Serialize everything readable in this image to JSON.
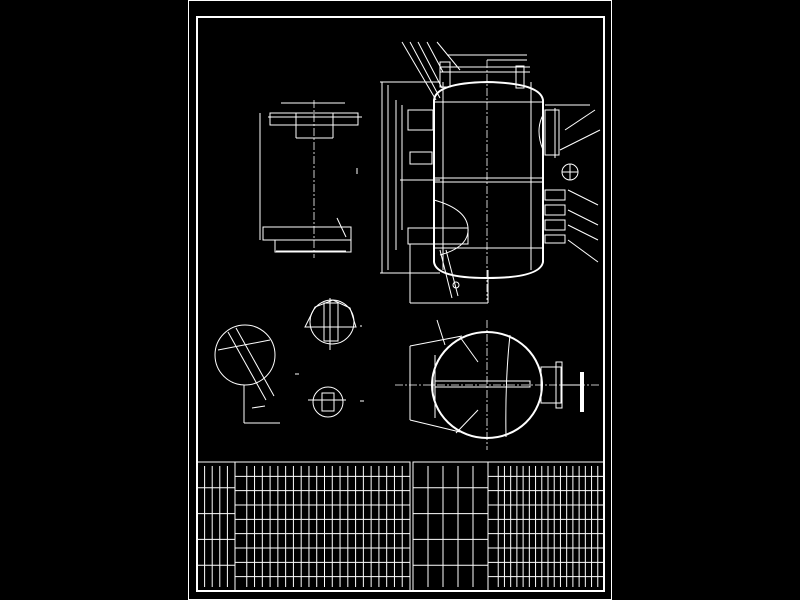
{
  "drawing": {
    "background_color": "#000000",
    "line_color": "#ffffff",
    "views": [
      "vessel-elevation",
      "support-stand",
      "vessel-plan-view",
      "detail-a",
      "detail-b",
      "detail-c"
    ],
    "tables": {
      "left": {
        "columns": 22,
        "rows": 9
      },
      "right": {
        "columns": 18,
        "rows": 9
      }
    }
  }
}
